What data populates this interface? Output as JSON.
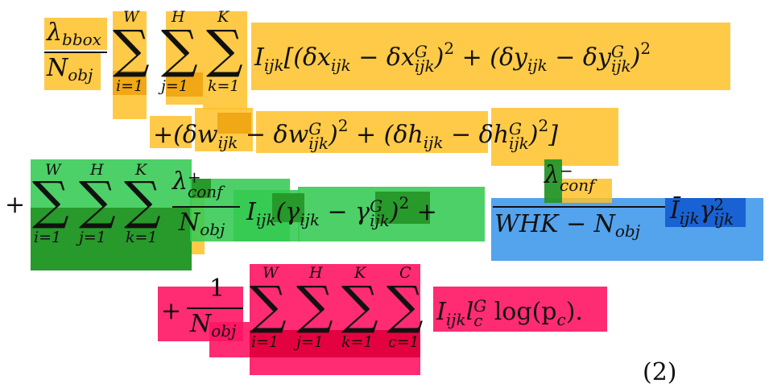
{
  "equation": {
    "lambda_bbox": "λ",
    "bbox_sub": "bbox",
    "N": "N",
    "obj": "obj",
    "lim_W": "W",
    "lim_H": "H",
    "lim_K": "K",
    "lim_C": "C",
    "lo_i": "i=1",
    "lo_j": "j=1",
    "lo_k": "k=1",
    "lo_c": "c=1",
    "sigma": "∑",
    "line1_term": "I",
    "ijk": "ijk",
    "line1_a": "[(δx",
    "line1_b": " − δx",
    "sup_G": "G",
    "line1_c": ")",
    "sq": "2",
    "line1_d": " + (δy",
    "line1_e": " − δy",
    "line1_f": ")",
    "line2_a": "+(δw",
    "line2_b": " − δw",
    "line2_c": ")",
    "line2_d": " + (δh",
    "line2_e": " − δh",
    "line2_f": ")",
    "line2_g": "]",
    "plus": "+",
    "lambda_conf_plus_sup": "+",
    "conf": "conf",
    "line3_I": "I",
    "line3_a": "(γ",
    "line3_b": " − γ",
    "line3_c": ")",
    "line3_plus": " +",
    "lambda_conf_minus_sup": "−",
    "denom_WHK": "WHK − N",
    "line3_Ibar": "Ī",
    "line3_gamma": "γ",
    "line4_plus": "+",
    "one": "1",
    "line4_I": "I",
    "line4_l": "l",
    "sub_c": "c",
    "line4_log": " log(p",
    "line4_end": ").",
    "eq_number": "(2)"
  },
  "colors": {
    "yellow": "#ffc128",
    "green": "#34c952",
    "blue": "#3c96eb",
    "pink": "#ff1464"
  }
}
